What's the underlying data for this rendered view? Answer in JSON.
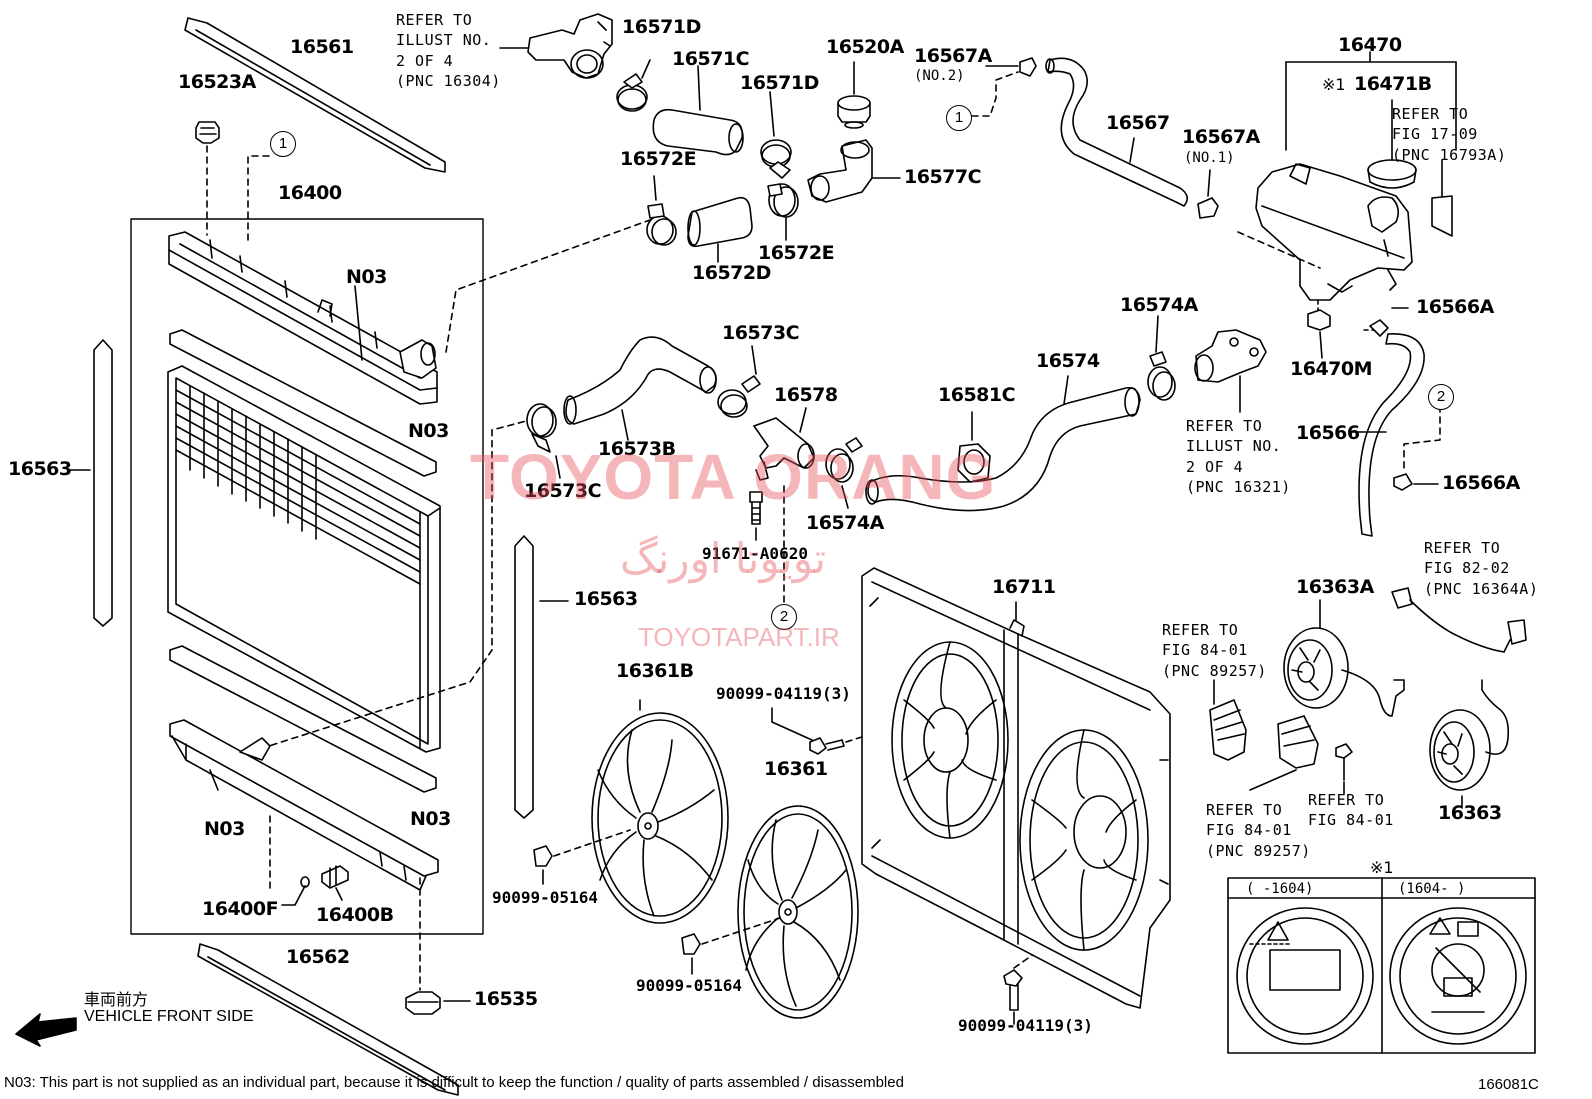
{
  "diagram": {
    "figure_code": "166081C",
    "callouts": {
      "p16561": "16561",
      "p16523A": "16523A",
      "p16400": "16400",
      "p16563_left": "16563",
      "p16563_mid": "16563",
      "p16562": "16562",
      "p16535": "16535",
      "p16400F": "16400F",
      "p16400B": "16400B",
      "n03_top": "N03",
      "n03_mid": "N03",
      "n03_bl": "N03",
      "n03_br": "N03",
      "p16571D_top": "16571D",
      "p16571C": "16571C",
      "p16571D_mid": "16571D",
      "p16520A": "16520A",
      "p16572E_left": "16572E",
      "p16577C": "16577C",
      "p16572D": "16572D",
      "p16572E_right": "16572E",
      "p16567A_top": "16567A",
      "p16567A_top_sub": "(NO.2)",
      "p16567": "16567",
      "p16567A_mid": "16567A",
      "p16567A_mid_sub": "(NO.1)",
      "p16470": "16470",
      "p16471B": "16471B",
      "p16470M": "16470M",
      "p16566A_top": "16566A",
      "p16566": "16566",
      "p16566A_bot": "16566A",
      "p16573C_top": "16573C",
      "p16578": "16578",
      "p16573B": "16573B",
      "p16573C_bot": "16573C",
      "p16574A_bot": "16574A",
      "p91671": "91671-A0620",
      "p16581C": "16581C",
      "p16574": "16574",
      "p16574A_top": "16574A",
      "p16711": "16711",
      "p16361B": "16361B",
      "p16361": "16361",
      "p90099_04119_top": "90099-04119(3)",
      "p90099_05164_left": "90099-05164",
      "p90099_05164_bot": "90099-05164",
      "p90099_04119_bot": "90099-04119(3)",
      "p16363A": "16363A",
      "p16363": "16363"
    },
    "circle_marks": {
      "c1_a": "1",
      "c1_b": "1",
      "c2_a": "2",
      "c2_b": "2"
    },
    "reference_mark": "※1",
    "refer_notes": {
      "r16304": "REFER TO\nILLUST NO.\n2 OF 4\n(PNC 16304)",
      "r16793A": "REFER TO\nFIG 17-09\n(PNC 16793A)",
      "r16321": "REFER TO\nILLUST NO.\n2 OF 4\n(PNC 16321)",
      "r16364A": "REFER TO\nFIG 82-02\n(PNC 16364A)",
      "r89257_a": "REFER TO\nFIG 84-01\n(PNC 89257)",
      "r89257_b": "REFER TO\nFIG 84-01\n(PNC 89257)",
      "r84_01": "REFER TO\nFIG 84-01"
    },
    "inset": {
      "mark": "※1",
      "col_left": "(     -1604)",
      "col_right": "(1604-     )"
    },
    "vehicle_front": {
      "jp": "車両前方",
      "en": "VEHICLE FRONT SIDE"
    },
    "footnote": "N03: This part is not supplied as an individual part, because it is difficult to keep the function / quality of parts assembled / disassembled",
    "watermark": {
      "latin": "TOYOTA ORANG",
      "persian": "تویوتا اورنگ",
      "url": "TOYOTAPART.IR"
    }
  }
}
